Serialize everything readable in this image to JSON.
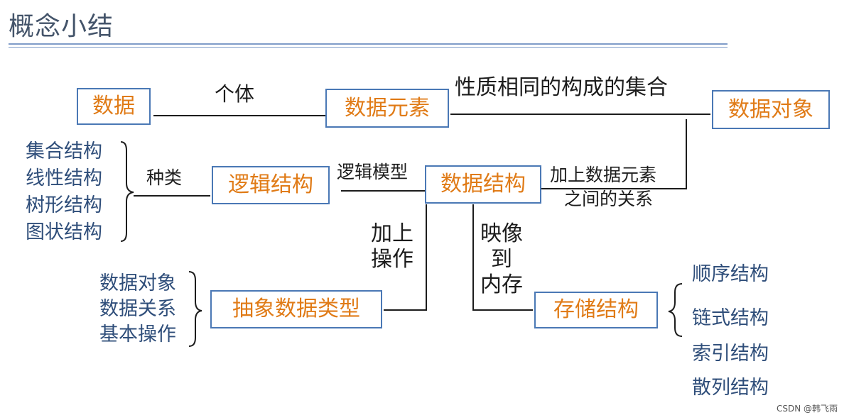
{
  "title": "概念小结",
  "boxes": {
    "data": "数据",
    "data_element": "数据元素",
    "data_object": "数据对象",
    "logical_structure": "逻辑结构",
    "data_structure": "数据结构",
    "adt": "抽象数据类型",
    "storage_structure": "存储结构"
  },
  "labels": {
    "individual": "个体",
    "same_nature_set": "性质相同的构成的集合",
    "kind": "种类",
    "logical_model": "逻辑模型",
    "relation_line1": "加上数据元素",
    "relation_line2": "之间的关系",
    "add_op_line1": "加上",
    "add_op_line2": "操作",
    "map_line1": "映像",
    "map_line2": "到",
    "map_line3": "内存"
  },
  "logical_kinds": [
    "集合结构",
    "线性结构",
    "树形结构",
    "图状结构"
  ],
  "adt_parts": [
    "数据对象",
    "数据关系",
    "基本操作"
  ],
  "storage_kinds": [
    "顺序结构",
    "链式结构",
    "索引结构",
    "散列结构"
  ],
  "watermark": "CSDN @韩飞雨",
  "colors": {
    "box_border": "#4a78b5",
    "box_text": "#e07b17",
    "list_text": "#2f4e7a",
    "title": "#44546a"
  }
}
